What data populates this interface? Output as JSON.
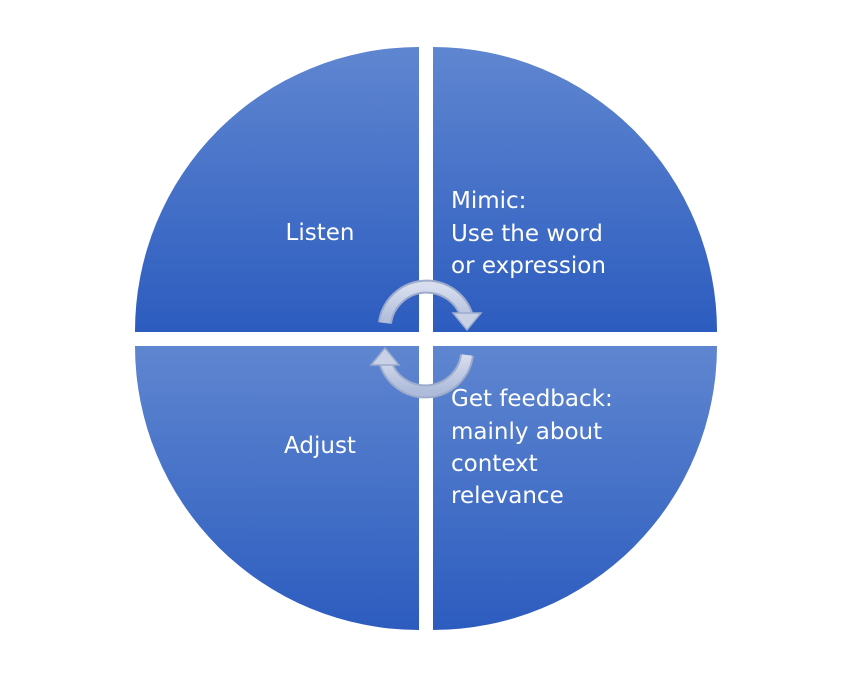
{
  "quadrants": [
    {
      "id": "top-left",
      "lines": [
        "Listen"
      ]
    },
    {
      "id": "top-right",
      "lines": [
        "Mimic:",
        "Use the word",
        "or expression"
      ]
    },
    {
      "id": "bottom-left",
      "lines": [
        "Adjust"
      ]
    },
    {
      "id": "bottom-right",
      "lines": [
        "Get feedback:",
        "mainly about",
        "context",
        "relevance"
      ]
    }
  ],
  "colors": {
    "fill_top": "#5F86D0",
    "fill_bottom": "#2C5CBF",
    "arrow": "#C8D1E6",
    "text": "#FFFFFF"
  },
  "icons": [
    "cycle-arrow-icon",
    "cycle-arrow-icon"
  ]
}
